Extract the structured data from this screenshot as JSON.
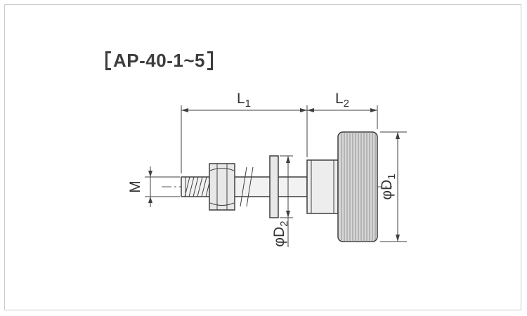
{
  "page": {
    "background": "#ffffff",
    "frame_color": "#cccccc",
    "line_color": "#3f3f3f",
    "part_fill": "#e8e8e8",
    "knob_fill": "#d7d7d7"
  },
  "title": {
    "full": "〔AP-40-1~5〕",
    "bracket_left": "〔",
    "text": "AP-40-1~5",
    "bracket_right": "〕"
  },
  "dimensions": {
    "l1": {
      "base": "L",
      "sub": "1"
    },
    "l2": {
      "base": "L",
      "sub": "2"
    },
    "m": {
      "base": "M",
      "sub": ""
    },
    "d2": {
      "base": "φD",
      "sub": "2"
    },
    "d1": {
      "base": "φD",
      "sub": "1"
    }
  }
}
